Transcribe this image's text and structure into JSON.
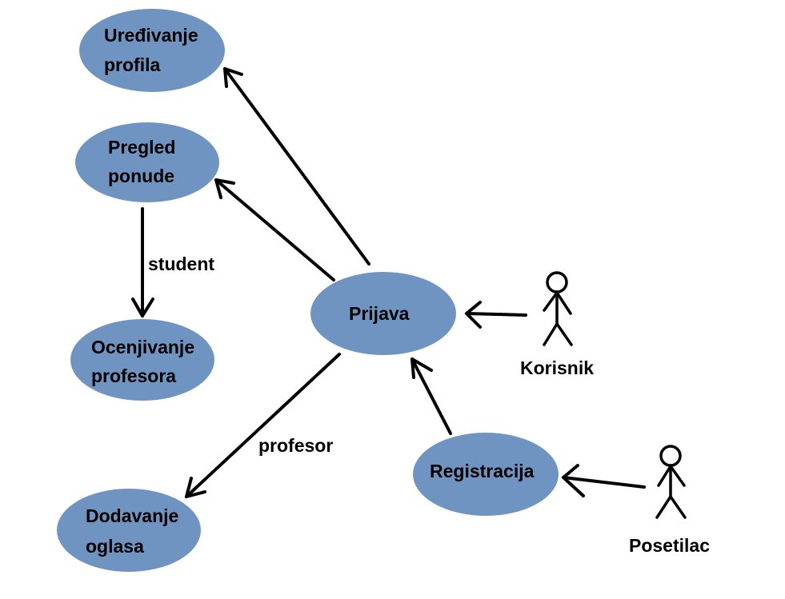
{
  "diagram": {
    "use_cases": {
      "uredjivanje_profila": {
        "line1": "Uređivanje",
        "line2": "profila"
      },
      "pregled_ponude": {
        "line1": "Pregled",
        "line2": "ponude"
      },
      "ocenjivanje_profesora": {
        "line1": "Ocenjivanje",
        "line2": "profesora"
      },
      "dodavanje_oglasa": {
        "line1": "Dodavanje",
        "line2": "oglasa"
      },
      "prijava": {
        "line1": "Prijava"
      },
      "registracija": {
        "line1": "Registracija"
      }
    },
    "actors": {
      "korisnik": {
        "name": "Korisnik"
      },
      "posetilac": {
        "name": "Posetilac"
      }
    },
    "edge_labels": {
      "student": "student",
      "profesor": "profesor"
    },
    "colors": {
      "use_case_fill": "#7094c1",
      "stroke": "#000000",
      "background": "#ffffff"
    }
  }
}
